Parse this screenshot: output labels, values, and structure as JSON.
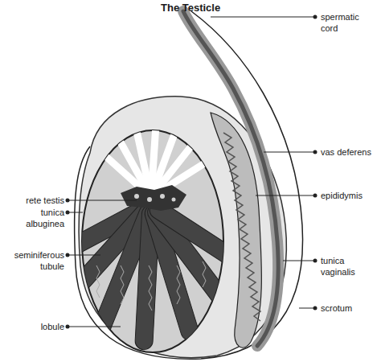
{
  "diagram": {
    "title": "The Testicle",
    "labels": [
      "spermatic cord",
      "vas deferens",
      "rete testis",
      "tunica albuginea",
      "epididymis",
      "seminiferous tubule",
      "tunica vaginalis",
      "scrotum",
      "lobule"
    ]
  }
}
